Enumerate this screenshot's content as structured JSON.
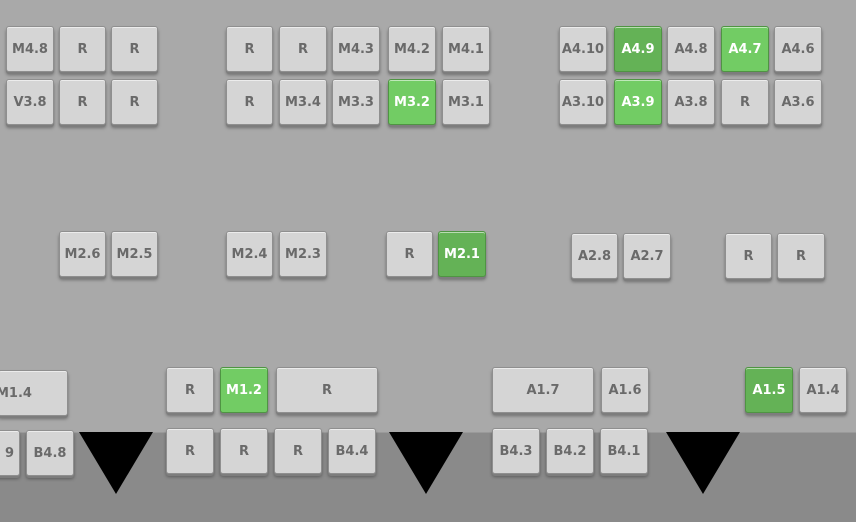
{
  "colors": {
    "key_idle": "#d5d5d5",
    "key_active_light": "#72cc64",
    "key_active_dark": "#64b256",
    "background": "#a9a9a9",
    "floor": "#8a8a8a",
    "marker": "#000000"
  },
  "keys": [
    {
      "id": "k01",
      "label": "M4.8"
    },
    {
      "id": "k02",
      "label": "R"
    },
    {
      "id": "k03",
      "label": "R"
    },
    {
      "id": "k04",
      "label": "R"
    },
    {
      "id": "k05",
      "label": "R"
    },
    {
      "id": "k06",
      "label": "M4.3"
    },
    {
      "id": "k07",
      "label": "M4.2"
    },
    {
      "id": "k08",
      "label": "M4.1"
    },
    {
      "id": "k09",
      "label": "A4.10"
    },
    {
      "id": "k10",
      "label": "A4.9",
      "state": "active-dark"
    },
    {
      "id": "k11",
      "label": "A4.8"
    },
    {
      "id": "k12",
      "label": "A4.7",
      "state": "active"
    },
    {
      "id": "k13",
      "label": "A4.6"
    },
    {
      "id": "k14",
      "label": "V3.8"
    },
    {
      "id": "k15",
      "label": "R"
    },
    {
      "id": "k16",
      "label": "R"
    },
    {
      "id": "k17",
      "label": "R"
    },
    {
      "id": "k18",
      "label": "M3.4"
    },
    {
      "id": "k19",
      "label": "M3.3"
    },
    {
      "id": "k20",
      "label": "M3.2",
      "state": "active"
    },
    {
      "id": "k21",
      "label": "M3.1"
    },
    {
      "id": "k22",
      "label": "A3.10"
    },
    {
      "id": "k23",
      "label": "A3.9",
      "state": "active"
    },
    {
      "id": "k24",
      "label": "A3.8"
    },
    {
      "id": "k25",
      "label": "R"
    },
    {
      "id": "k26",
      "label": "A3.6"
    },
    {
      "id": "k27",
      "label": "M2.6"
    },
    {
      "id": "k28",
      "label": "M2.5"
    },
    {
      "id": "k29",
      "label": "M2.4"
    },
    {
      "id": "k30",
      "label": "M2.3"
    },
    {
      "id": "k31",
      "label": "R"
    },
    {
      "id": "k32",
      "label": "M2.1",
      "state": "active-dark"
    },
    {
      "id": "k33",
      "label": "A2.8"
    },
    {
      "id": "k34",
      "label": "A2.7"
    },
    {
      "id": "k35",
      "label": "R"
    },
    {
      "id": "k36",
      "label": "R"
    },
    {
      "id": "k37",
      "label": "M1.4"
    },
    {
      "id": "k38",
      "label": "R"
    },
    {
      "id": "k39",
      "label": "M1.2",
      "state": "active"
    },
    {
      "id": "k40",
      "label": "R"
    },
    {
      "id": "k41",
      "label": "A1.7"
    },
    {
      "id": "k42",
      "label": "A1.6"
    },
    {
      "id": "k43",
      "label": "A1.5",
      "state": "active-dark"
    },
    {
      "id": "k44",
      "label": "A1.4"
    },
    {
      "id": "k45",
      "label": "9"
    },
    {
      "id": "k46",
      "label": "B4.8"
    },
    {
      "id": "k47",
      "label": "R"
    },
    {
      "id": "k48",
      "label": "R"
    },
    {
      "id": "k49",
      "label": "R"
    },
    {
      "id": "k50",
      "label": "B4.4"
    },
    {
      "id": "k51",
      "label": "B4.3"
    },
    {
      "id": "k52",
      "label": "B4.2"
    },
    {
      "id": "k53",
      "label": "B4.1"
    }
  ],
  "markers": [
    {
      "id": "t1"
    },
    {
      "id": "t2"
    },
    {
      "id": "t3"
    }
  ]
}
